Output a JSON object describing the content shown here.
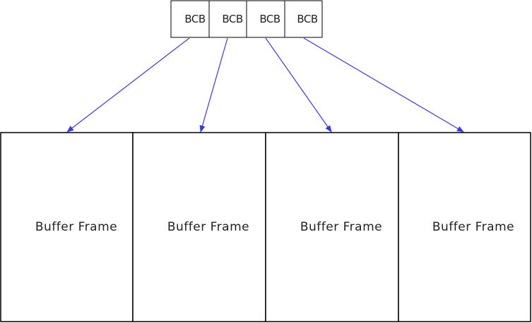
{
  "bcbs": [
    {
      "label": "BCB"
    },
    {
      "label": "BCB"
    },
    {
      "label": "BCB"
    },
    {
      "label": "BCB"
    }
  ],
  "frames": [
    {
      "label": "Buffer Frame"
    },
    {
      "label": "Buffer Frame"
    },
    {
      "label": "Buffer Frame"
    },
    {
      "label": "Buffer Frame"
    }
  ],
  "colors": {
    "arrow": "#3a3ad6",
    "border": "#000000",
    "text": "#222222"
  }
}
